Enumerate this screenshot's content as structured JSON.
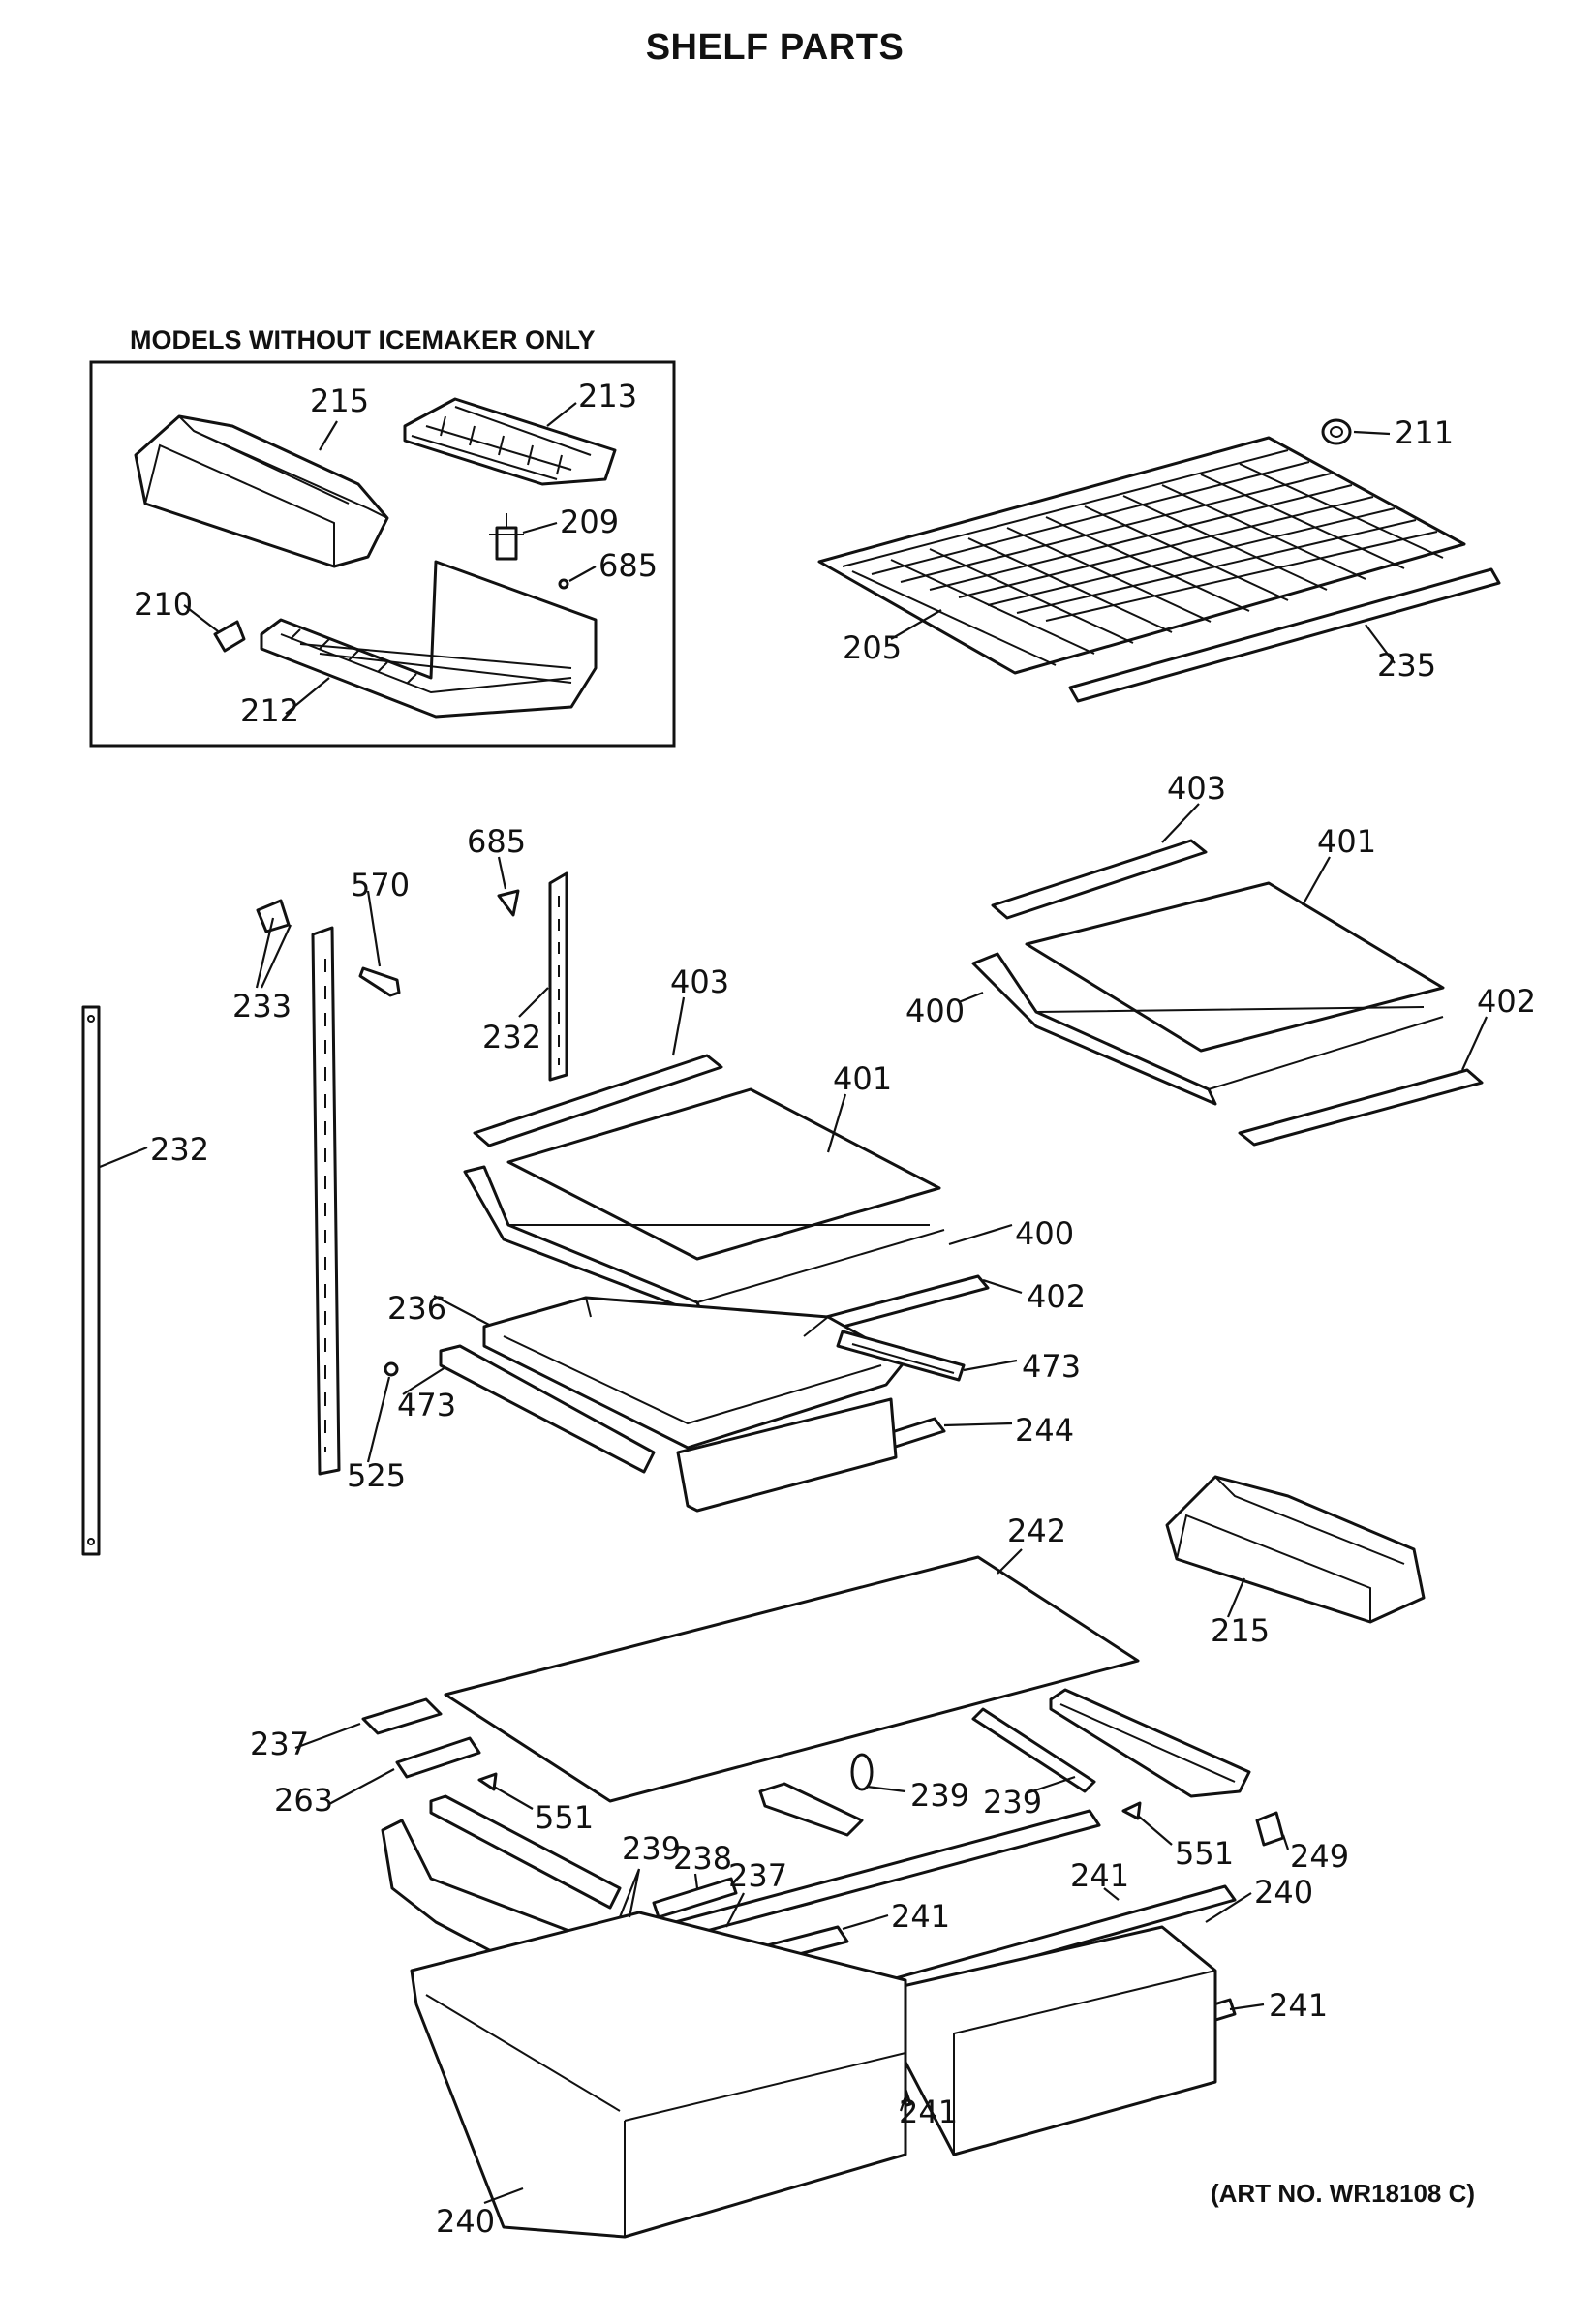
{
  "title": "SHELF PARTS",
  "inset_title": "MODELS WITHOUT ICEMAKER ONLY",
  "art_number": "(ART NO. WR18108 C)",
  "callouts": {
    "c215a": "215",
    "c213": "213",
    "c209": "209",
    "c685a": "685",
    "c210": "210",
    "c212": "212",
    "c211": "211",
    "c205": "205",
    "c235": "235",
    "c403a": "403",
    "c401a": "401",
    "c400a": "400",
    "c402a": "402",
    "c685b": "685",
    "c570": "570",
    "c233": "233",
    "c232a": "232",
    "c232b": "232",
    "c403b": "403",
    "c401b": "401",
    "c400b": "400",
    "c402b": "402",
    "c236": "236",
    "c473a": "473",
    "c473b": "473",
    "c525": "525",
    "c244": "244",
    "c242": "242",
    "c215b": "215",
    "c237a": "237",
    "c263": "263",
    "c551a": "551",
    "c239a": "239",
    "c239b": "239",
    "c551b": "551",
    "c249": "249",
    "c238": "238",
    "c239c": "239",
    "c237b": "237",
    "c241a": "241",
    "c241b": "241",
    "c240a": "240",
    "c241c": "241",
    "c241d": "241",
    "c240b": "240"
  }
}
